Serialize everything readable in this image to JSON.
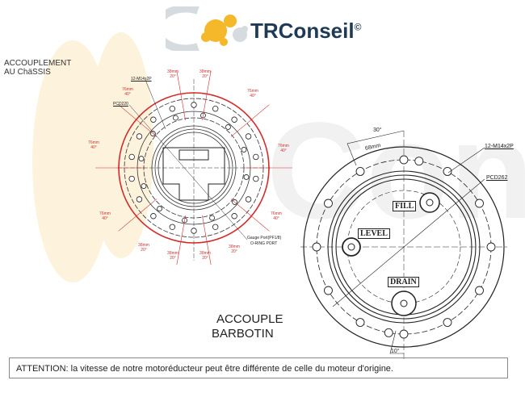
{
  "logo": {
    "name": "TRConseil",
    "mark": "©"
  },
  "watermark": "TRConseil©",
  "left_title": [
    "ACCOUPLEMENT",
    "AU ChäSSIS"
  ],
  "left_diagram": {
    "bolt_spec": "12-M14x2P",
    "pcd": "PCD220",
    "gauge_port": "Gauge Port(PF1/8)",
    "oring_port": "O-RING PORT",
    "spacing_small": [
      "38mm",
      "20°"
    ],
    "spacing_large": [
      "76mm",
      "40°"
    ]
  },
  "right_diagram": {
    "angle_top": "30°",
    "arc_length": "68mm",
    "bolt_spec": "12-M14x2P",
    "pcd": "PCD262",
    "fill": "FILL",
    "level": "LEVEL",
    "drain": "DRAIN",
    "angle_bottom": "10°"
  },
  "captions": {
    "line1": "ACCOUPLE",
    "line2": "BARBOTIN"
  },
  "footer": "ATTENTION: la vitesse de notre motoréducteur peut être différente de celle du moteur d'origine.",
  "colors": {
    "accent_red": "#d42a2a",
    "logo_orange": "#f5b82a",
    "logo_blue": "#1e3a55"
  }
}
